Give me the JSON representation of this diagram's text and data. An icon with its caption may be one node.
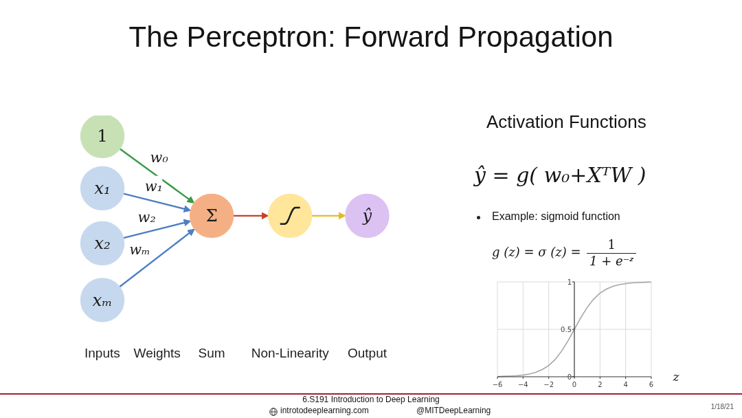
{
  "diagram": {
    "title": "The Perceptron: Forward Propagation",
    "nodes": [
      {
        "text": [
          "1"
        ]
      },
      {
        "text": [
          "x₁"
        ]
      },
      {
        "text": [
          "x₂"
        ]
      },
      {
        "text": [
          "xₘ"
        ]
      },
      {
        "text": [
          "Σ"
        ]
      },
      {
        "text": [],
        "shape": "circle"
      },
      {
        "text": [
          "ŷ"
        ]
      }
    ],
    "edges": [
      {
        "from": 0,
        "to": 4,
        "arrow": "to",
        "label": "w₀",
        "color": "#3a9a46"
      },
      {
        "from": 1,
        "to": 4,
        "arrow": "to",
        "label": "w₁"
      },
      {
        "from": 2,
        "to": 4,
        "arrow": "to",
        "label": "w₂"
      },
      {
        "from": 3,
        "to": 4,
        "arrow": "to",
        "label": "wₘ"
      },
      {
        "from": 4,
        "to": 5,
        "arrow": "to",
        "color": "#c8402a"
      },
      {
        "from": 5,
        "to": 6,
        "arrow": "to",
        "color": "#e2bc24"
      }
    ],
    "labels": [
      "Activation Functions",
      "ŷ = g( w₀+XᵀW )",
      "Example: sigmoid function",
      "g (z) = σ (z) =",
      "1",
      "1 + e⁻ᶻ",
      "Inputs",
      "Weights",
      "Sum",
      "Non-Linearity",
      "Output",
      "6.S191 Introduction to Deep Learning",
      "introtodeeplearning.com",
      "@MITDeepLearning",
      "1/18/21"
    ],
    "chart_data": {
      "type": "line",
      "xlabel": "z",
      "x": [
        -6,
        -5.5,
        -5,
        -4.5,
        -4,
        -3.5,
        -3,
        -2.5,
        -2,
        -1.5,
        -1,
        -0.5,
        0,
        0.5,
        1,
        1.5,
        2,
        2.5,
        3,
        3.5,
        4,
        4.5,
        5,
        5.5,
        6
      ],
      "series": [
        {
          "color": "#a6a6a6",
          "values": [
            0.002,
            0.004,
            0.007,
            0.011,
            0.018,
            0.029,
            0.047,
            0.076,
            0.119,
            0.182,
            0.269,
            0.378,
            0.5,
            0.622,
            0.731,
            0.818,
            0.881,
            0.924,
            0.953,
            0.971,
            0.982,
            0.989,
            0.993,
            0.996,
            0.998
          ]
        }
      ],
      "xlim": [
        -6,
        6
      ],
      "ylim": [
        0,
        1
      ],
      "xticks": [
        -6,
        -4,
        -2,
        0,
        2,
        4,
        6
      ],
      "yticks": [
        0,
        0.5,
        1
      ],
      "grid": true
    }
  }
}
